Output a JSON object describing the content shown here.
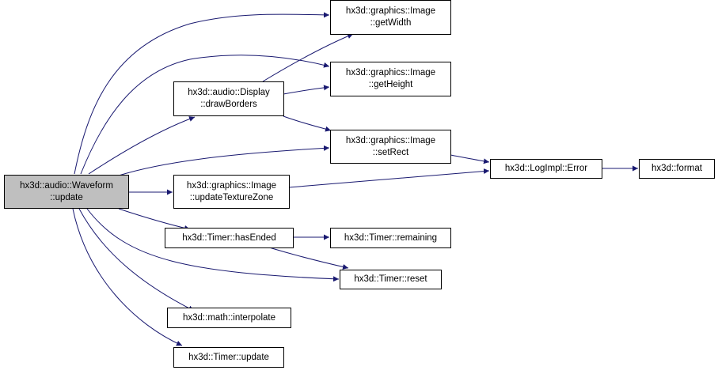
{
  "colors": {
    "edge": "#191970",
    "root_fill": "#bfbfbf",
    "node_fill": "#ffffff",
    "node_border": "#000000"
  },
  "nodes": {
    "waveform_update": {
      "line1": "hx3d::audio::Waveform",
      "line2": "::update"
    },
    "display_drawborders": {
      "line1": "hx3d::audio::Display",
      "line2": "::drawBorders"
    },
    "image_getwidth": {
      "line1": "hx3d::graphics::Image",
      "line2": "::getWidth"
    },
    "image_getheight": {
      "line1": "hx3d::graphics::Image",
      "line2": "::getHeight"
    },
    "image_setrect": {
      "line1": "hx3d::graphics::Image",
      "line2": "::setRect"
    },
    "image_updatetexturezone": {
      "line1": "hx3d::graphics::Image",
      "line2": "::updateTextureZone"
    },
    "logimpl_error": {
      "line1": "hx3d::LogImpl::Error"
    },
    "format": {
      "line1": "hx3d::format"
    },
    "timer_hasended": {
      "line1": "hx3d::Timer::hasEnded"
    },
    "timer_remaining": {
      "line1": "hx3d::Timer::remaining"
    },
    "timer_reset": {
      "line1": "hx3d::Timer::reset"
    },
    "math_interpolate": {
      "line1": "hx3d::math::interpolate"
    },
    "timer_update": {
      "line1": "hx3d::Timer::update"
    }
  }
}
